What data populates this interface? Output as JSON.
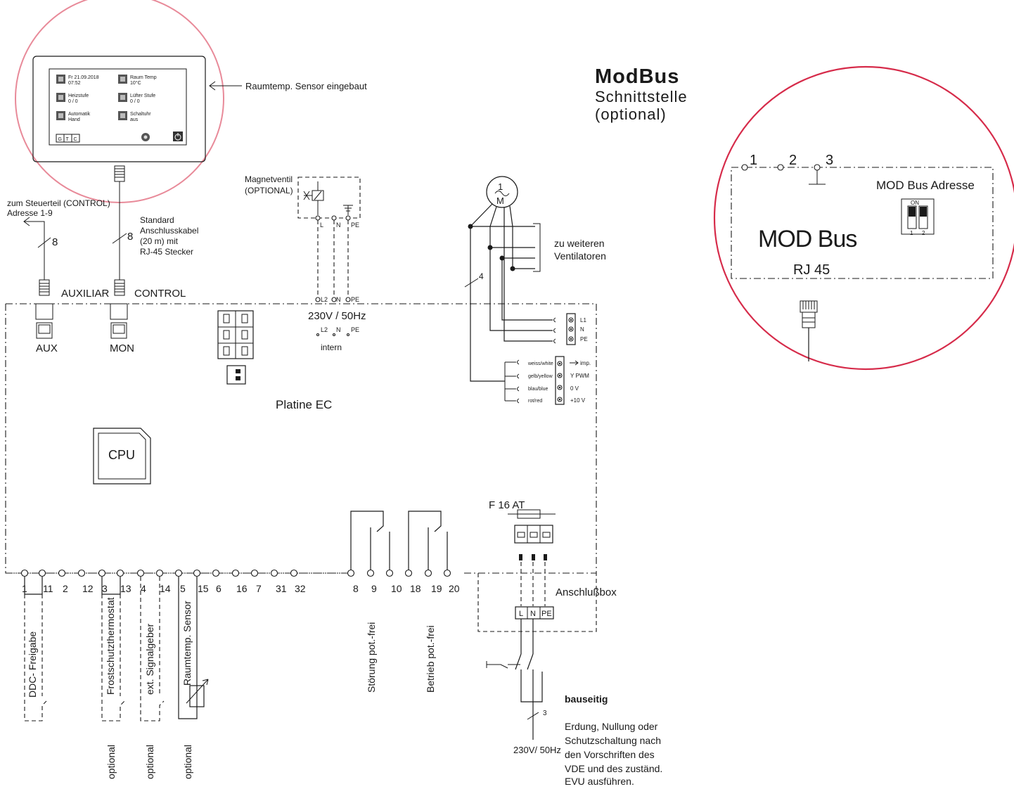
{
  "colors": {
    "line": "#1a1a1a",
    "display_circle": "#e88a99",
    "modbus_circle": "#d62b4a"
  },
  "modbus": {
    "title": "ModBus",
    "subtitle_1": "Schnittstelle",
    "subtitle_2": "(optional)",
    "pins": [
      "1",
      "2",
      "3"
    ],
    "address_label": "MOD Bus Adresse",
    "switch_on": "ON",
    "switch_1": "1",
    "switch_2": "2",
    "bus_label": "MOD Bus",
    "rj_label": "RJ 45"
  },
  "display": {
    "sensor_note": "Raumtemp. Sensor eingebaut",
    "tiles": [
      {
        "l1": "Fr 21.09.2018",
        "l2": "07:52"
      },
      {
        "l1": "Raum Temp",
        "l2": "10°C"
      },
      {
        "l1": "Heizstufe",
        "l2": "0 / 0"
      },
      {
        "l1": "Lüfter Stufe",
        "l2": "0 / 0"
      },
      {
        "l1": "Automatik",
        "l2": "Hand"
      },
      {
        "l1": "Schaltuhr",
        "l2": "aus"
      }
    ],
    "buttons": [
      "G",
      "T",
      "C"
    ],
    "icon_set": [
      "calendar-icon",
      "thermometer-icon",
      "heater-icon",
      "fan-icon",
      "auto-icon",
      "clock-icon",
      "settings-icon",
      "power-icon"
    ]
  },
  "cables": {
    "control_note_1": "zum Steuerteil (CONTROL)",
    "control_note_2": "Adresse 1-9",
    "wire_count_aux": "8",
    "wire_count_control": "8",
    "standard_1": "Standard",
    "standard_2": "Anschlusskabel",
    "standard_3": "(20 m) mit",
    "standard_4": "RJ-45 Stecker",
    "auxiliar": "AUXILIAR",
    "control": "CONTROL",
    "aux": "AUX",
    "mon": "MON"
  },
  "valve": {
    "title_1": "Magnetventil",
    "title_2": "(OPTIONAL)",
    "l": "L",
    "n": "N",
    "pe": "PE",
    "l2": "L2",
    "n2": "N",
    "pe2": "PE",
    "supply": "230V / 50Hz",
    "i_l2": "L2",
    "i_n": "N",
    "i_pe": "PE",
    "intern": "intern"
  },
  "motor": {
    "symbol_1": "1",
    "symbol_2": "M",
    "wire_count": "4",
    "more_fans_1": "zu weiteren",
    "more_fans_2": "Ventilatoren",
    "power_terms": [
      "L1",
      "N",
      "PE"
    ],
    "signal_wires": [
      "weiss/white",
      "gelb/yellow",
      "blau/blue",
      "rot/red"
    ],
    "signal_terms": [
      "imp.",
      "Y PWM",
      "0 V",
      "+10 V"
    ]
  },
  "board": {
    "title": "Platine EC",
    "cpu": "CPU"
  },
  "fuse": {
    "label": "F 16 AT",
    "box": "Anschlußbox",
    "l": "L",
    "n": "N",
    "pe": "PE"
  },
  "terminals": [
    "1",
    "11",
    "2",
    "12",
    "3",
    "13",
    "4",
    "14",
    "5",
    "15",
    "6",
    "16",
    "7",
    "31",
    "32",
    "8",
    "9",
    "10",
    "18",
    "19",
    "20"
  ],
  "inputs": {
    "ddc": "DDC- Freigabe",
    "frost": "Frostschutzthermostat",
    "ext": "ext. Signalgeber",
    "sensor": "Raumtemp. Sensor",
    "stoerung": "Störung pot.-frei",
    "betrieb": "Betrieb pot.-frei",
    "opt_1": "optional",
    "opt_2": "optional",
    "opt_3": "optional"
  },
  "site": {
    "title": "bauseitig",
    "wire_count": "3",
    "supply": "230V/ 50Hz",
    "note_1": "Erdung, Nullung oder",
    "note_2": "Schutzschaltung nach",
    "note_3": "den Vorschriften des",
    "note_4": "VDE und des zuständ.",
    "note_5": "EVU ausführen."
  }
}
